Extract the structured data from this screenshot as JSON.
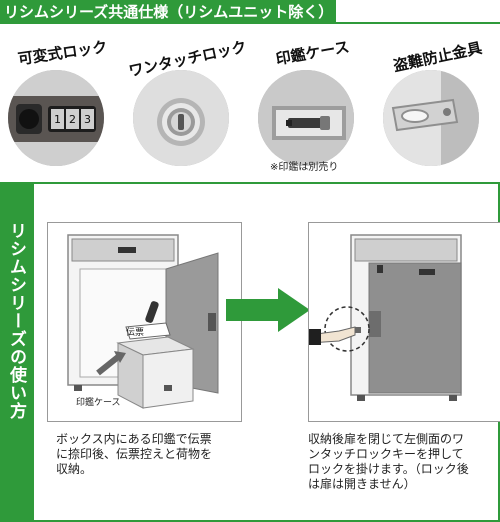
{
  "header": {
    "title": "リシムシリーズ共通仕様（リシムユニット除く）"
  },
  "features": [
    {
      "id": "combo",
      "label": "可変式ロック",
      "icon": "combination-lock-icon"
    },
    {
      "id": "key",
      "label": "ワンタッチロック",
      "icon": "key-cylinder-icon"
    },
    {
      "id": "stamp",
      "label": "印鑑ケース",
      "icon": "stamp-case-icon"
    },
    {
      "id": "anti-theft",
      "label": "盗難防止金具",
      "icon": "anti-theft-bracket-icon"
    }
  ],
  "note": "※印鑑は別売り",
  "usage": {
    "title": "リシムシリーズの使い方",
    "step1": {
      "label_stamp_case": "印鑑ケース",
      "label_slip": "伝票",
      "text_lines": [
        "ボックス内にある印鑑で伝票",
        "に捺印後、伝票控えと荷物を",
        "収納。"
      ]
    },
    "step2": {
      "text_lines": [
        "収納後扉を閉じて左側面のワ",
        "ンタッチロックキーを押して",
        "ロックを掛けます。（ロック後",
        "は扉は開きません）"
      ]
    }
  },
  "colors": {
    "accent": "#2f9a3a",
    "metal": "#8a8a8a",
    "panel_light": "#f2f2f2"
  }
}
